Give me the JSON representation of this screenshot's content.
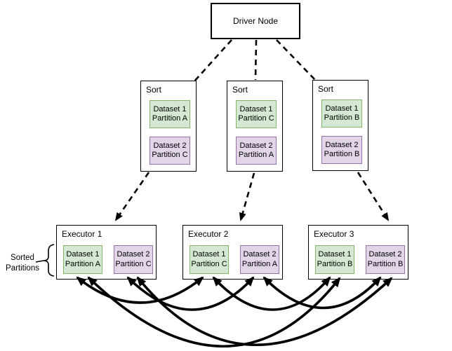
{
  "driver": {
    "label": "Driver Node"
  },
  "sorts": [
    {
      "label": "Sort",
      "dataset1": {
        "line1": "Dataset 1",
        "line2": "Partition A"
      },
      "dataset2": {
        "line1": "Dataset 2",
        "line2": "Partition C"
      }
    },
    {
      "label": "Sort",
      "dataset1": {
        "line1": "Dataset 1",
        "line2": "Partition C"
      },
      "dataset2": {
        "line1": "Dataset 2",
        "line2": "Partition A"
      }
    },
    {
      "label": "Sort",
      "dataset1": {
        "line1": "Dataset 1",
        "line2": "Partition B"
      },
      "dataset2": {
        "line1": "Dataset 2",
        "line2": "Partition B"
      }
    }
  ],
  "executors": [
    {
      "label": "Executor 1",
      "dataset1": {
        "line1": "Dataset 1",
        "line2": "Partition A"
      },
      "dataset2": {
        "line1": "Dataset 2",
        "line2": "Partition C"
      }
    },
    {
      "label": "Executor 2",
      "dataset1": {
        "line1": "Dataset 1",
        "line2": "Partition C"
      },
      "dataset2": {
        "line1": "Dataset 2",
        "line2": "Partition A"
      }
    },
    {
      "label": "Executor 3",
      "dataset1": {
        "line1": "Dataset 1",
        "line2": "Partition B"
      },
      "dataset2": {
        "line1": "Dataset 2",
        "line2": "Partition B"
      }
    }
  ],
  "annotations": {
    "sorted_partitions": {
      "line1": "Sorted",
      "line2": "Partitions"
    }
  },
  "colors": {
    "dataset1_fill": "#d5e8d4",
    "dataset1_border": "#82b366",
    "dataset2_fill": "#e1d5e7",
    "dataset2_border": "#9673a6",
    "line": "#000000",
    "background": "#ffffff"
  }
}
